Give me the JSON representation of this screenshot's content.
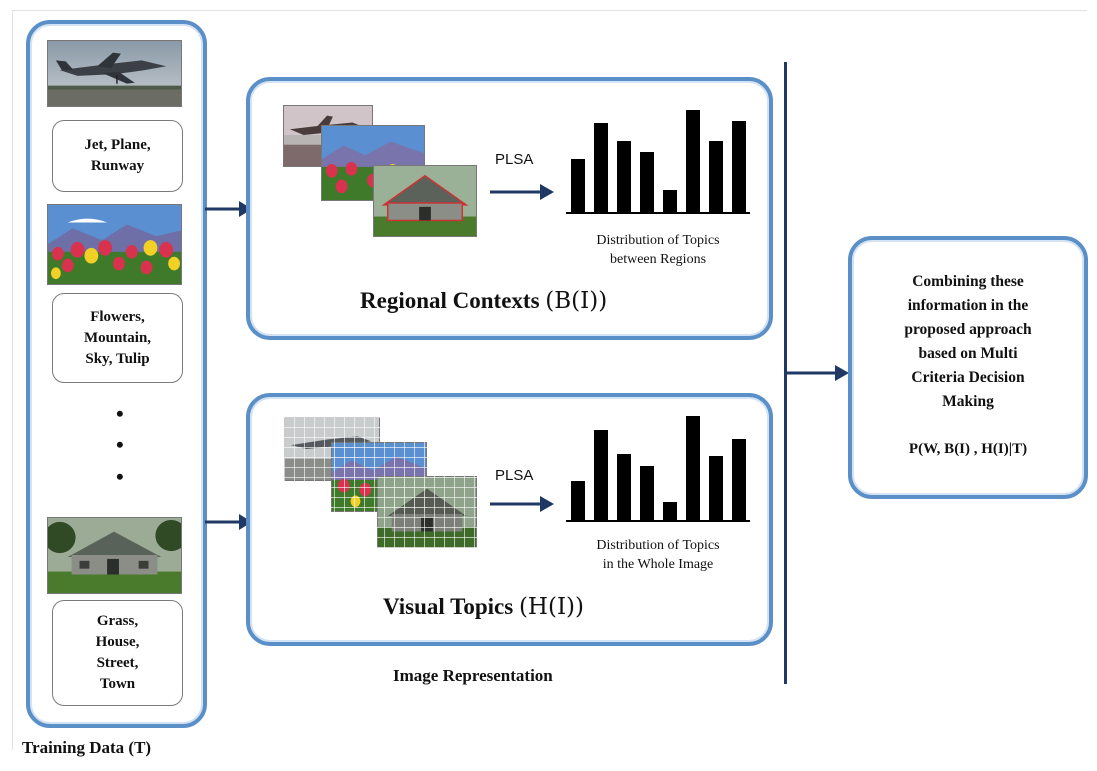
{
  "training": {
    "labels": [
      "Jet, Plane,\nRunway",
      "Flowers,\nMountain,\nSky, Tulip",
      "Grass,\nHouse,\nStreet,\nTown"
    ],
    "footer": "Training Data (T)"
  },
  "regional": {
    "plsa": "PLSA",
    "caption": "Distribution of Topics\nbetween Regions",
    "title": "Regional Contexts",
    "title_paren": "(B(I))",
    "bar_values": [
      0.44,
      0.74,
      0.59,
      0.5,
      0.18,
      0.85,
      0.59,
      0.76
    ]
  },
  "visual": {
    "plsa": "PLSA",
    "caption": "Distribution of Topics\nin the Whole Image",
    "title": "Visual Topics",
    "title_paren": "(H(I))",
    "bar_values": [
      0.34,
      0.78,
      0.57,
      0.47,
      0.16,
      0.9,
      0.56,
      0.7
    ]
  },
  "image_representation": "Image Representation",
  "combine": {
    "text": "Combining these\ninformation in the\nproposed approach\nbased on Multi\nCriteria Decision\nMaking",
    "formula": "P(W, B(I) , H(I)|T)"
  },
  "colors": {
    "box_border": "#5b8fc7",
    "arrow": "#1f3864"
  }
}
